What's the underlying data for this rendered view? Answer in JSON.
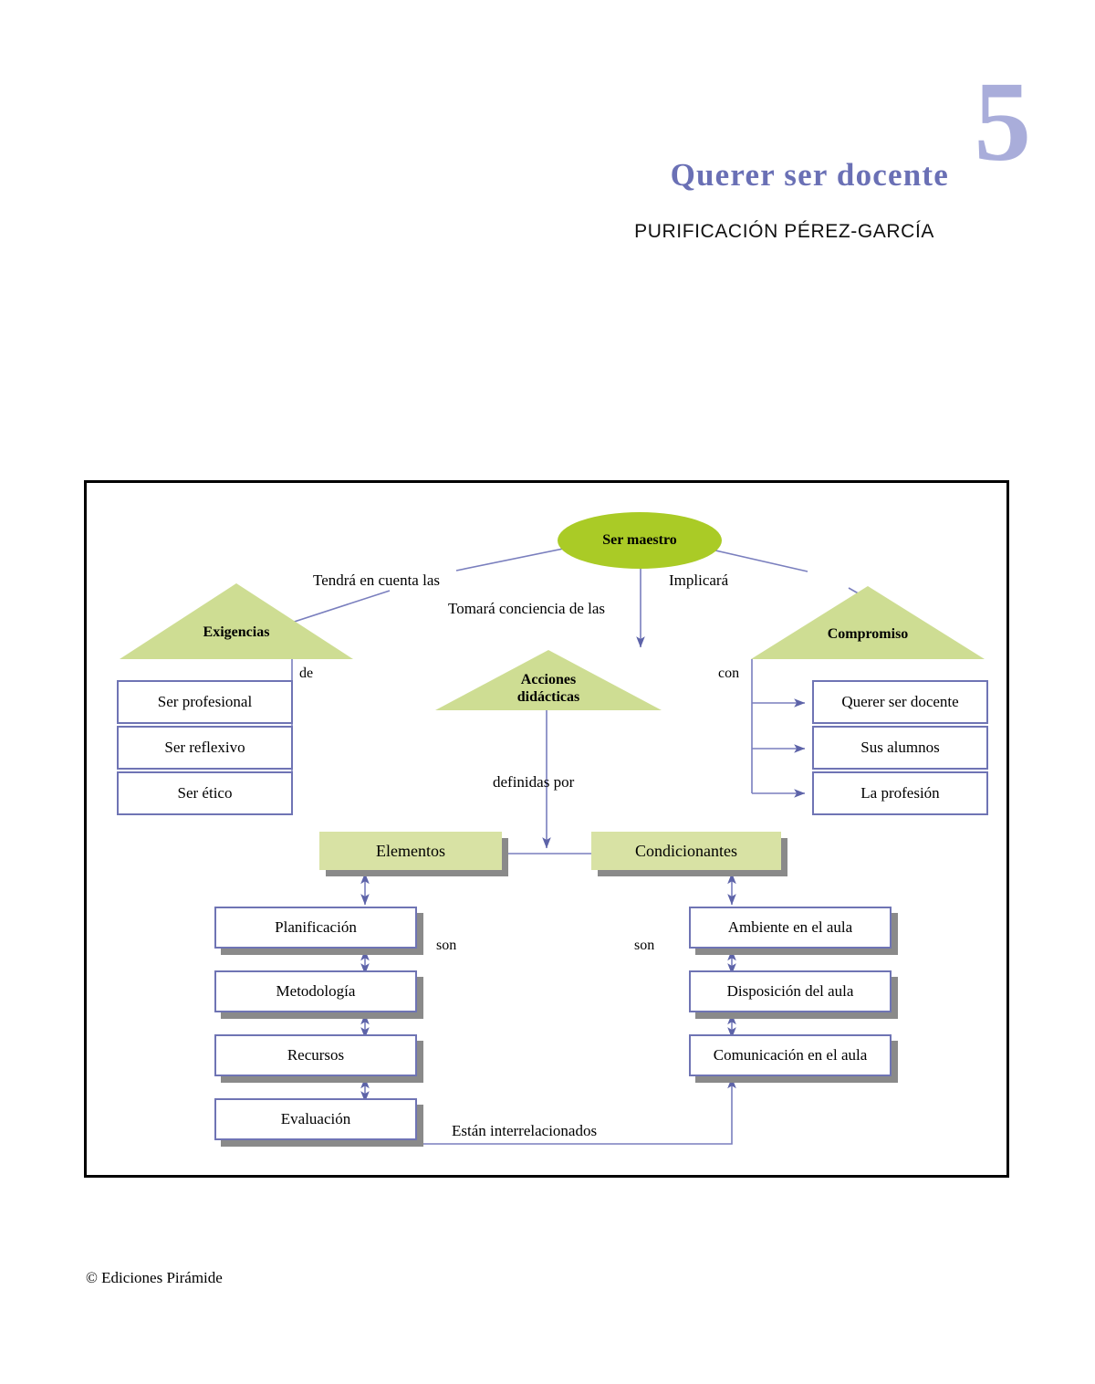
{
  "header": {
    "chapter_number": "5",
    "title": "Querer ser docente",
    "author": "PURIFICACIÓN PÉREZ-GARCÍA"
  },
  "footer": {
    "copyright": "© Ediciones Pirámide"
  },
  "colors": {
    "ellipse_fill": "#aacb26",
    "triangle_fill": "#cedd93",
    "band_fill": "#d8e2a4",
    "box_border": "#6f74b4",
    "connector": "#6f74b4",
    "shadow": "#8a8a8a",
    "title_purple": "#6a70b5",
    "number_purple": "#a9adda",
    "frame": "#000000"
  },
  "diagram": {
    "root": {
      "label": "Ser maestro"
    },
    "branches": [
      {
        "id": "exigencias",
        "connector_label": "Tendrá en cuenta las",
        "shape_label": "Exigencias",
        "child_label": "de",
        "children": [
          "Ser profesional",
          "Ser reflexivo",
          "Ser ético"
        ]
      },
      {
        "id": "acciones",
        "connector_label": "Tomará conciencia de las",
        "shape_label_line1": "Acciones",
        "shape_label_line2": "didácticas",
        "child_label": "definidas por"
      },
      {
        "id": "compromiso",
        "connector_label": "Implicará",
        "shape_label": "Compromiso",
        "child_label": "con",
        "children": [
          "Querer ser docente",
          "Sus alumnos",
          "La profesión"
        ]
      }
    ],
    "bands": [
      {
        "id": "elementos",
        "label": "Elementos",
        "group_label": "son",
        "items": [
          "Planificación",
          "Metodología",
          "Recursos",
          "Evaluación"
        ]
      },
      {
        "id": "condicionantes",
        "label": "Condicionantes",
        "group_label": "son",
        "items": [
          "Ambiente en el aula",
          "Disposición del aula",
          "Comunicación en el aula"
        ]
      }
    ],
    "bottom_relation": {
      "label": "Están interrelacionados"
    }
  }
}
